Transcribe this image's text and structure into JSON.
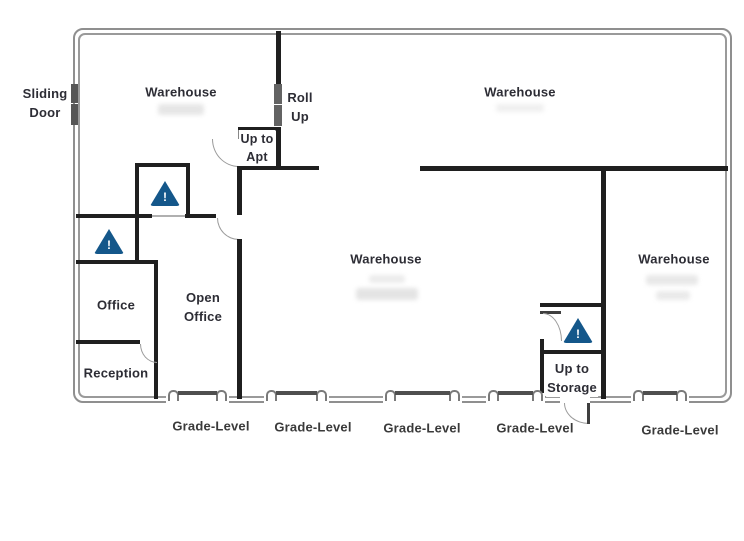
{
  "plan": {
    "sliding_door": {
      "line1": "Sliding",
      "line2": "Door"
    },
    "roll_up": {
      "line1": "Roll",
      "line2": "Up"
    },
    "up_to_apt": {
      "line1": "Up to",
      "line2": "Apt"
    },
    "up_to_storage": {
      "line1": "Up to",
      "line2": "Storage"
    },
    "warehouse_top_left": "Warehouse",
    "warehouse_top_right": "Warehouse",
    "warehouse_center": "Warehouse",
    "warehouse_right": "Warehouse",
    "office": "Office",
    "open_office": {
      "line1": "Open",
      "line2": "Office"
    },
    "reception": "Reception",
    "grade_level_doors": [
      {
        "label": "Grade-Level"
      },
      {
        "label": "Grade-Level"
      },
      {
        "label": "Grade-Level"
      },
      {
        "label": "Grade-Level"
      },
      {
        "label": "Grade-Level"
      }
    ],
    "warning_icon_glyph": "!",
    "colors": {
      "wall": "#1f1f1f",
      "exterior_wall": "#8f8f8f",
      "warning_blue": "#14578a",
      "door_line": "#4f4f4f"
    }
  }
}
